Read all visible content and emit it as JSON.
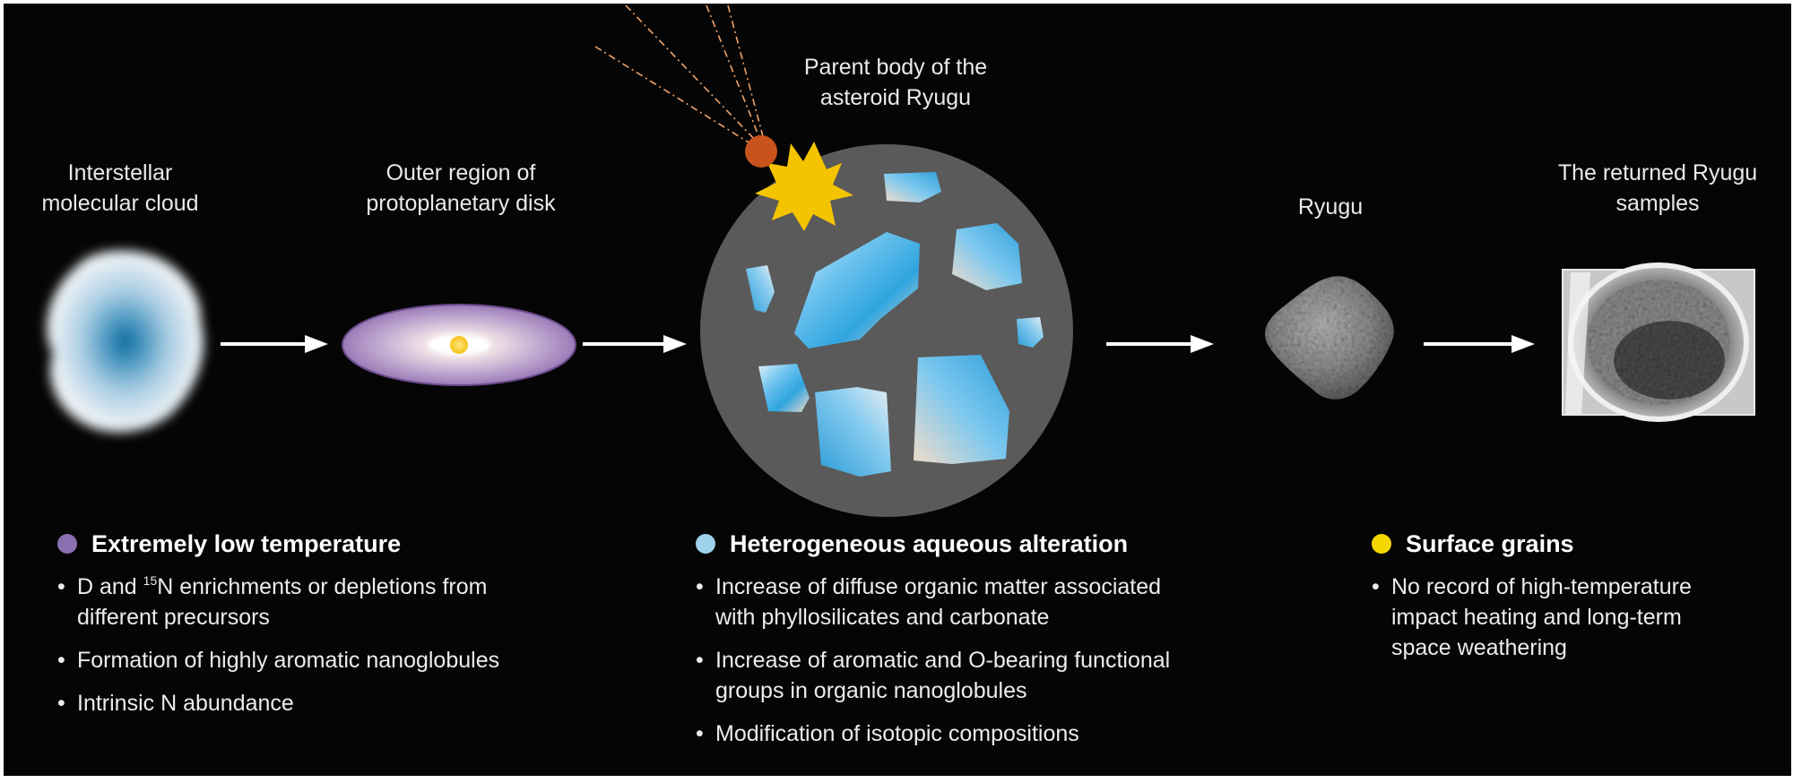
{
  "stages": {
    "cloud": "Interstellar\nmolecular cloud",
    "disk": "Outer region of\nprotoplanetary disk",
    "parent": "Parent body of the\nasteroid Ryugu",
    "ryugu": "Ryugu",
    "samples": "The returned Ryugu\nsamples"
  },
  "sections": {
    "low_temp": {
      "heading": "Extremely low temperature",
      "color": "#8b6fb0",
      "item1_pre": "D and ",
      "item1_sup": "15",
      "item1_post": "N enrichments or depletions from different precursors",
      "item2": "Formation of highly aromatic nanoglobules",
      "item3": "Intrinsic N abundance"
    },
    "aqueous": {
      "heading": "Heterogeneous aqueous alteration",
      "color": "#9ed1ec",
      "item1": "Increase of diffuse organic matter associated with phyllosilicates and carbonate",
      "item2": "Increase of aromatic and O-bearing functional groups in organic nanoglobules",
      "item3": "Modification of isotopic compositions"
    },
    "surface": {
      "heading": "Surface grains",
      "color": "#f5d700",
      "item1": "No record of high-temperature impact heating and long-term space weathering"
    }
  },
  "colors": {
    "background": "#050505",
    "parent_body": "#5a5a5a",
    "ice": "#2fa5e0",
    "impactor": "#c9531c",
    "flash": "#f5c400",
    "trail": "#f0a46a"
  },
  "bullet": "•"
}
